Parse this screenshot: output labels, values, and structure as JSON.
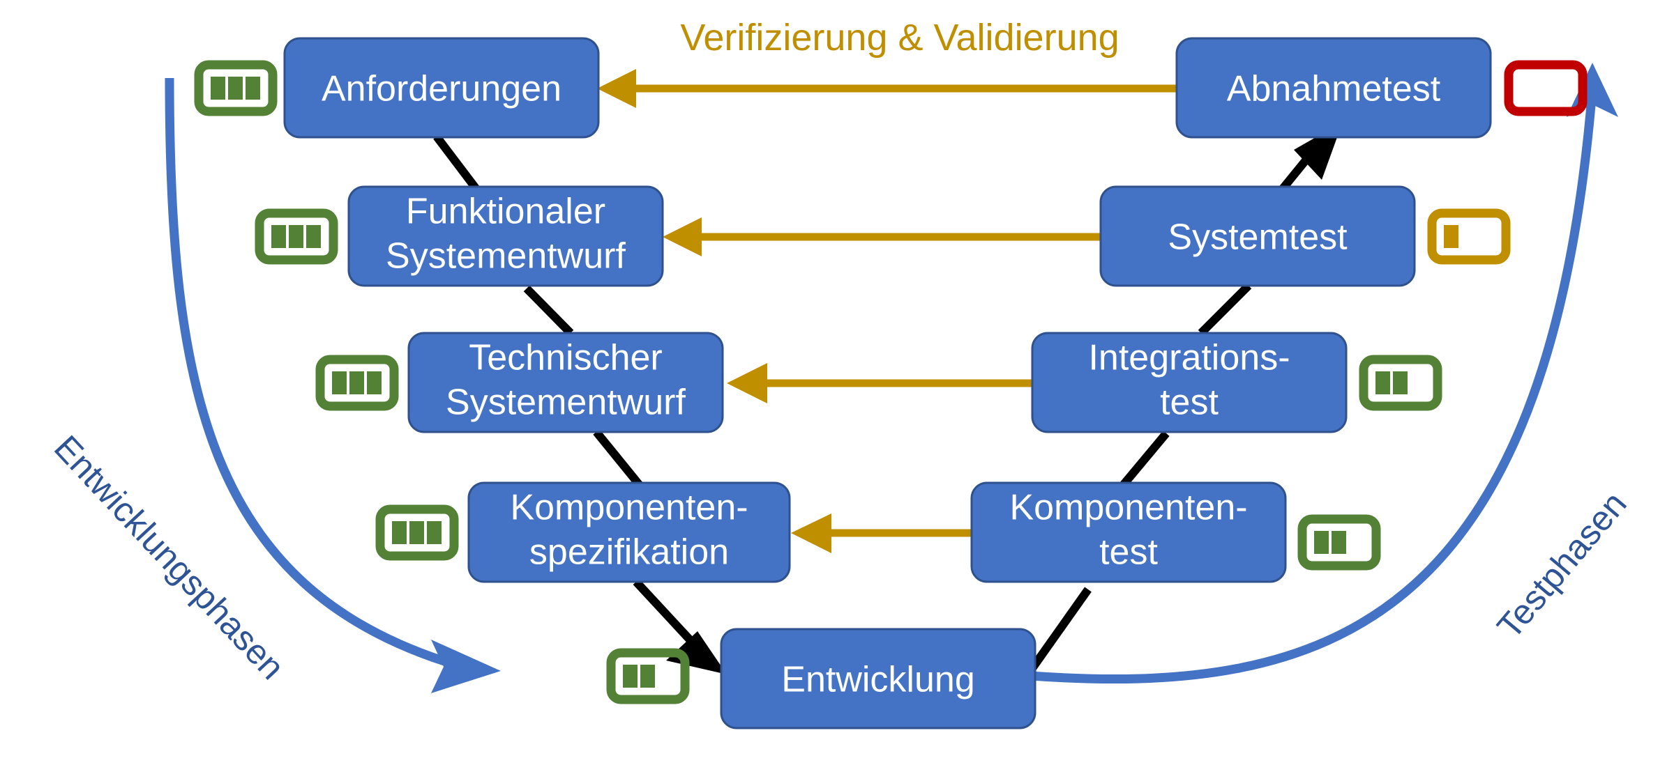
{
  "diagram": {
    "type": "v-model",
    "title": "Verifizierung & Validierung",
    "background_color": "#ffffff",
    "box_fill_color": "#4472c4",
    "box_stroke_color": "#2f528f",
    "box_text_color": "#ffffff",
    "vv_color": "#bf8f00",
    "sweep_color": "#4472c4",
    "flow_color": "#000000",
    "badge_green": "#538135",
    "badge_gold": "#bf8f00",
    "badge_red": "#c00000"
  },
  "side_labels": {
    "left": "Entwicklungsphasen",
    "right": "Testphasen"
  },
  "left_phases": [
    {
      "id": "anforderungen",
      "lines": [
        "Anforderungen"
      ]
    },
    {
      "id": "funktionaler-systementwurf",
      "lines": [
        "Funktionaler",
        "Systementwurf"
      ]
    },
    {
      "id": "technischer-systementwurf",
      "lines": [
        "Technischer",
        "Systementwurf"
      ]
    },
    {
      "id": "komponentenspezifikation",
      "lines": [
        "Komponenten-",
        "spezifikation"
      ]
    }
  ],
  "bottom_phase": {
    "id": "entwicklung",
    "lines": [
      "Entwicklung"
    ]
  },
  "right_phases": [
    {
      "id": "abnahmetest",
      "lines": [
        "Abnahmetest"
      ]
    },
    {
      "id": "systemtest",
      "lines": [
        "Systemtest"
      ]
    },
    {
      "id": "integrationstest",
      "lines": [
        "Integrations-",
        "test"
      ]
    },
    {
      "id": "komponententest",
      "lines": [
        "Komponenten-",
        "test"
      ]
    }
  ],
  "badges": [
    {
      "id": "badge-anforderungen",
      "filled": 3,
      "total": 3,
      "color": "#538135",
      "attached_to": "anforderungen"
    },
    {
      "id": "badge-funktionaler-systementwurf",
      "filled": 3,
      "total": 3,
      "color": "#538135",
      "attached_to": "funktionaler-systementwurf"
    },
    {
      "id": "badge-technischer-systementwurf",
      "filled": 3,
      "total": 3,
      "color": "#538135",
      "attached_to": "technischer-systementwurf"
    },
    {
      "id": "badge-komponentenspezifikation",
      "filled": 3,
      "total": 3,
      "color": "#538135",
      "attached_to": "komponentenspezifikation"
    },
    {
      "id": "badge-entwicklung",
      "filled": 2,
      "total": 3,
      "color": "#538135",
      "attached_to": "entwicklung"
    },
    {
      "id": "badge-abnahmetest",
      "filled": 0,
      "total": 3,
      "color": "#c00000",
      "attached_to": "abnahmetest"
    },
    {
      "id": "badge-systemtest",
      "filled": 1,
      "total": 3,
      "color": "#bf8f00",
      "attached_to": "systemtest"
    },
    {
      "id": "badge-integrationstest",
      "filled": 2,
      "total": 3,
      "color": "#538135",
      "attached_to": "integrationstest"
    },
    {
      "id": "badge-komponententest",
      "filled": 2,
      "total": 3,
      "color": "#538135",
      "attached_to": "komponententest"
    }
  ],
  "vv_arrows": [
    {
      "id": "vv-abnahmetest-anforderungen",
      "from": "abnahmetest",
      "to": "anforderungen"
    },
    {
      "id": "vv-systemtest-funktionaler",
      "from": "systemtest",
      "to": "funktionaler-systementwurf"
    },
    {
      "id": "vv-integrationstest-technischer",
      "from": "integrationstest",
      "to": "technischer-systementwurf"
    },
    {
      "id": "vv-komponententest-komponentenspezifikation",
      "from": "komponententest",
      "to": "komponentenspezifikation"
    }
  ],
  "flow_arrows": [
    {
      "id": "flow-anforderungen-funktionaler",
      "from": "anforderungen",
      "to": "funktionaler-systementwurf"
    },
    {
      "id": "flow-funktionaler-technischer",
      "from": "funktionaler-systementwurf",
      "to": "technischer-systementwurf"
    },
    {
      "id": "flow-technischer-komponentenspezifikation",
      "from": "technischer-systementwurf",
      "to": "komponentenspezifikation"
    },
    {
      "id": "flow-komponentenspezifikation-entwicklung",
      "from": "komponentenspezifikation",
      "to": "entwicklung"
    },
    {
      "id": "flow-entwicklung-komponententest",
      "from": "entwicklung",
      "to": "komponententest"
    },
    {
      "id": "flow-komponententest-integrationstest",
      "from": "komponententest",
      "to": "integrationstest"
    },
    {
      "id": "flow-integrationstest-systemtest",
      "from": "integrationstest",
      "to": "systemtest"
    },
    {
      "id": "flow-systemtest-abnahmetest",
      "from": "systemtest",
      "to": "abnahmetest"
    }
  ]
}
